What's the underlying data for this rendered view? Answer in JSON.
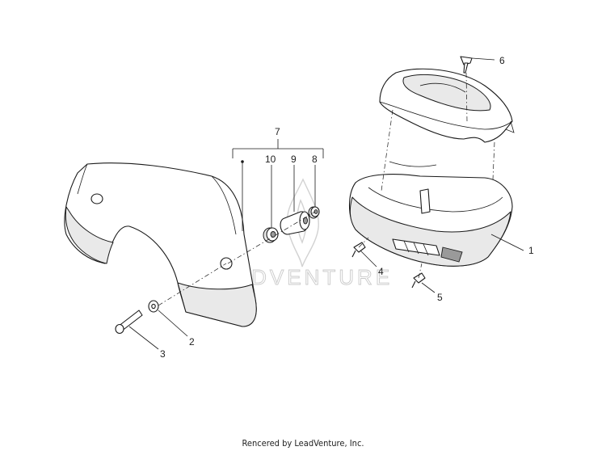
{
  "diagram": {
    "callouts": [
      "1",
      "2",
      "3",
      "4",
      "5",
      "6",
      "7",
      "8",
      "9",
      "10"
    ]
  },
  "watermark": {
    "text": "LEADVENTURE"
  },
  "footer": {
    "credit": "Rencered by LeadVenture, Inc."
  }
}
